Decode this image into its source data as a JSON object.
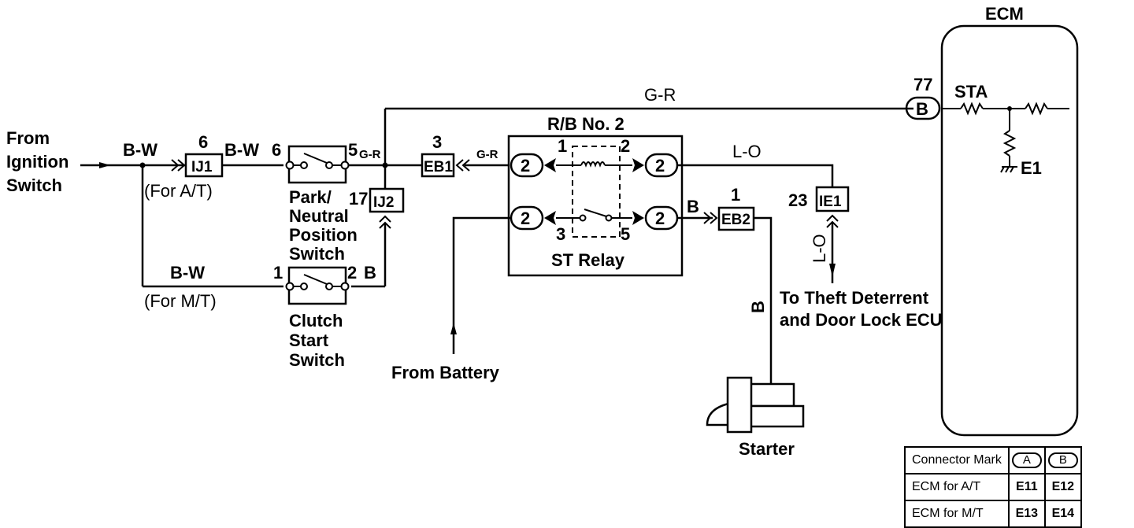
{
  "title": "Starting System Wiring Diagram",
  "sources": {
    "ignition": [
      "From",
      "Ignition",
      "Switch"
    ],
    "battery": "From Battery"
  },
  "wires": {
    "bw_main": "B-W",
    "bw_after_ij1": "B-W",
    "bw_mt": "B-W",
    "gr_top": "G-R",
    "gr_pnp": "G-R",
    "gr_eb1": "G-R",
    "lo_top": "L-O",
    "lo_down": "L-O",
    "b_relay_out": "B",
    "b_starter": "B",
    "b_clutch": "B"
  },
  "notes": {
    "for_at": "(For A/T)",
    "for_mt": "(For M/T)"
  },
  "connectors": {
    "ij1": {
      "id": "IJ1",
      "pin": "6"
    },
    "ij2": {
      "id": "IJ2",
      "pin": "17"
    },
    "eb1": {
      "id": "EB1",
      "pin": "3"
    },
    "eb2": {
      "id": "EB2",
      "pin": "1"
    },
    "ie1": {
      "id": "IE1",
      "pin": "23"
    },
    "ecm_b": {
      "id": "B",
      "pin": "77"
    }
  },
  "park_neutral_switch": {
    "label": [
      "Park/",
      "Neutral",
      "Position",
      "Switch"
    ],
    "pin_in": "6",
    "pin_out": "5"
  },
  "clutch_switch": {
    "label": [
      "Clutch",
      "Start",
      "Switch"
    ],
    "pin_in": "1",
    "pin_out": "2"
  },
  "relay_block": {
    "title": "R/B No. 2",
    "relay_label": "ST Relay",
    "terminal_mark": "2",
    "pins": {
      "p1": "1",
      "p2": "2",
      "p3": "3",
      "p5": "5"
    }
  },
  "ecm": {
    "title": "ECM",
    "sta": "STA",
    "e1": "E1"
  },
  "starter": {
    "label": "Starter"
  },
  "theft": {
    "label": [
      "To Theft Deterrent",
      "and Door Lock ECU"
    ]
  },
  "legend": {
    "header": "Connector Mark",
    "marks": [
      "A",
      "B"
    ],
    "rows": [
      {
        "label": "ECM for A/T",
        "a": "E11",
        "b": "E12"
      },
      {
        "label": "ECM for M/T",
        "a": "E13",
        "b": "E14"
      }
    ]
  }
}
